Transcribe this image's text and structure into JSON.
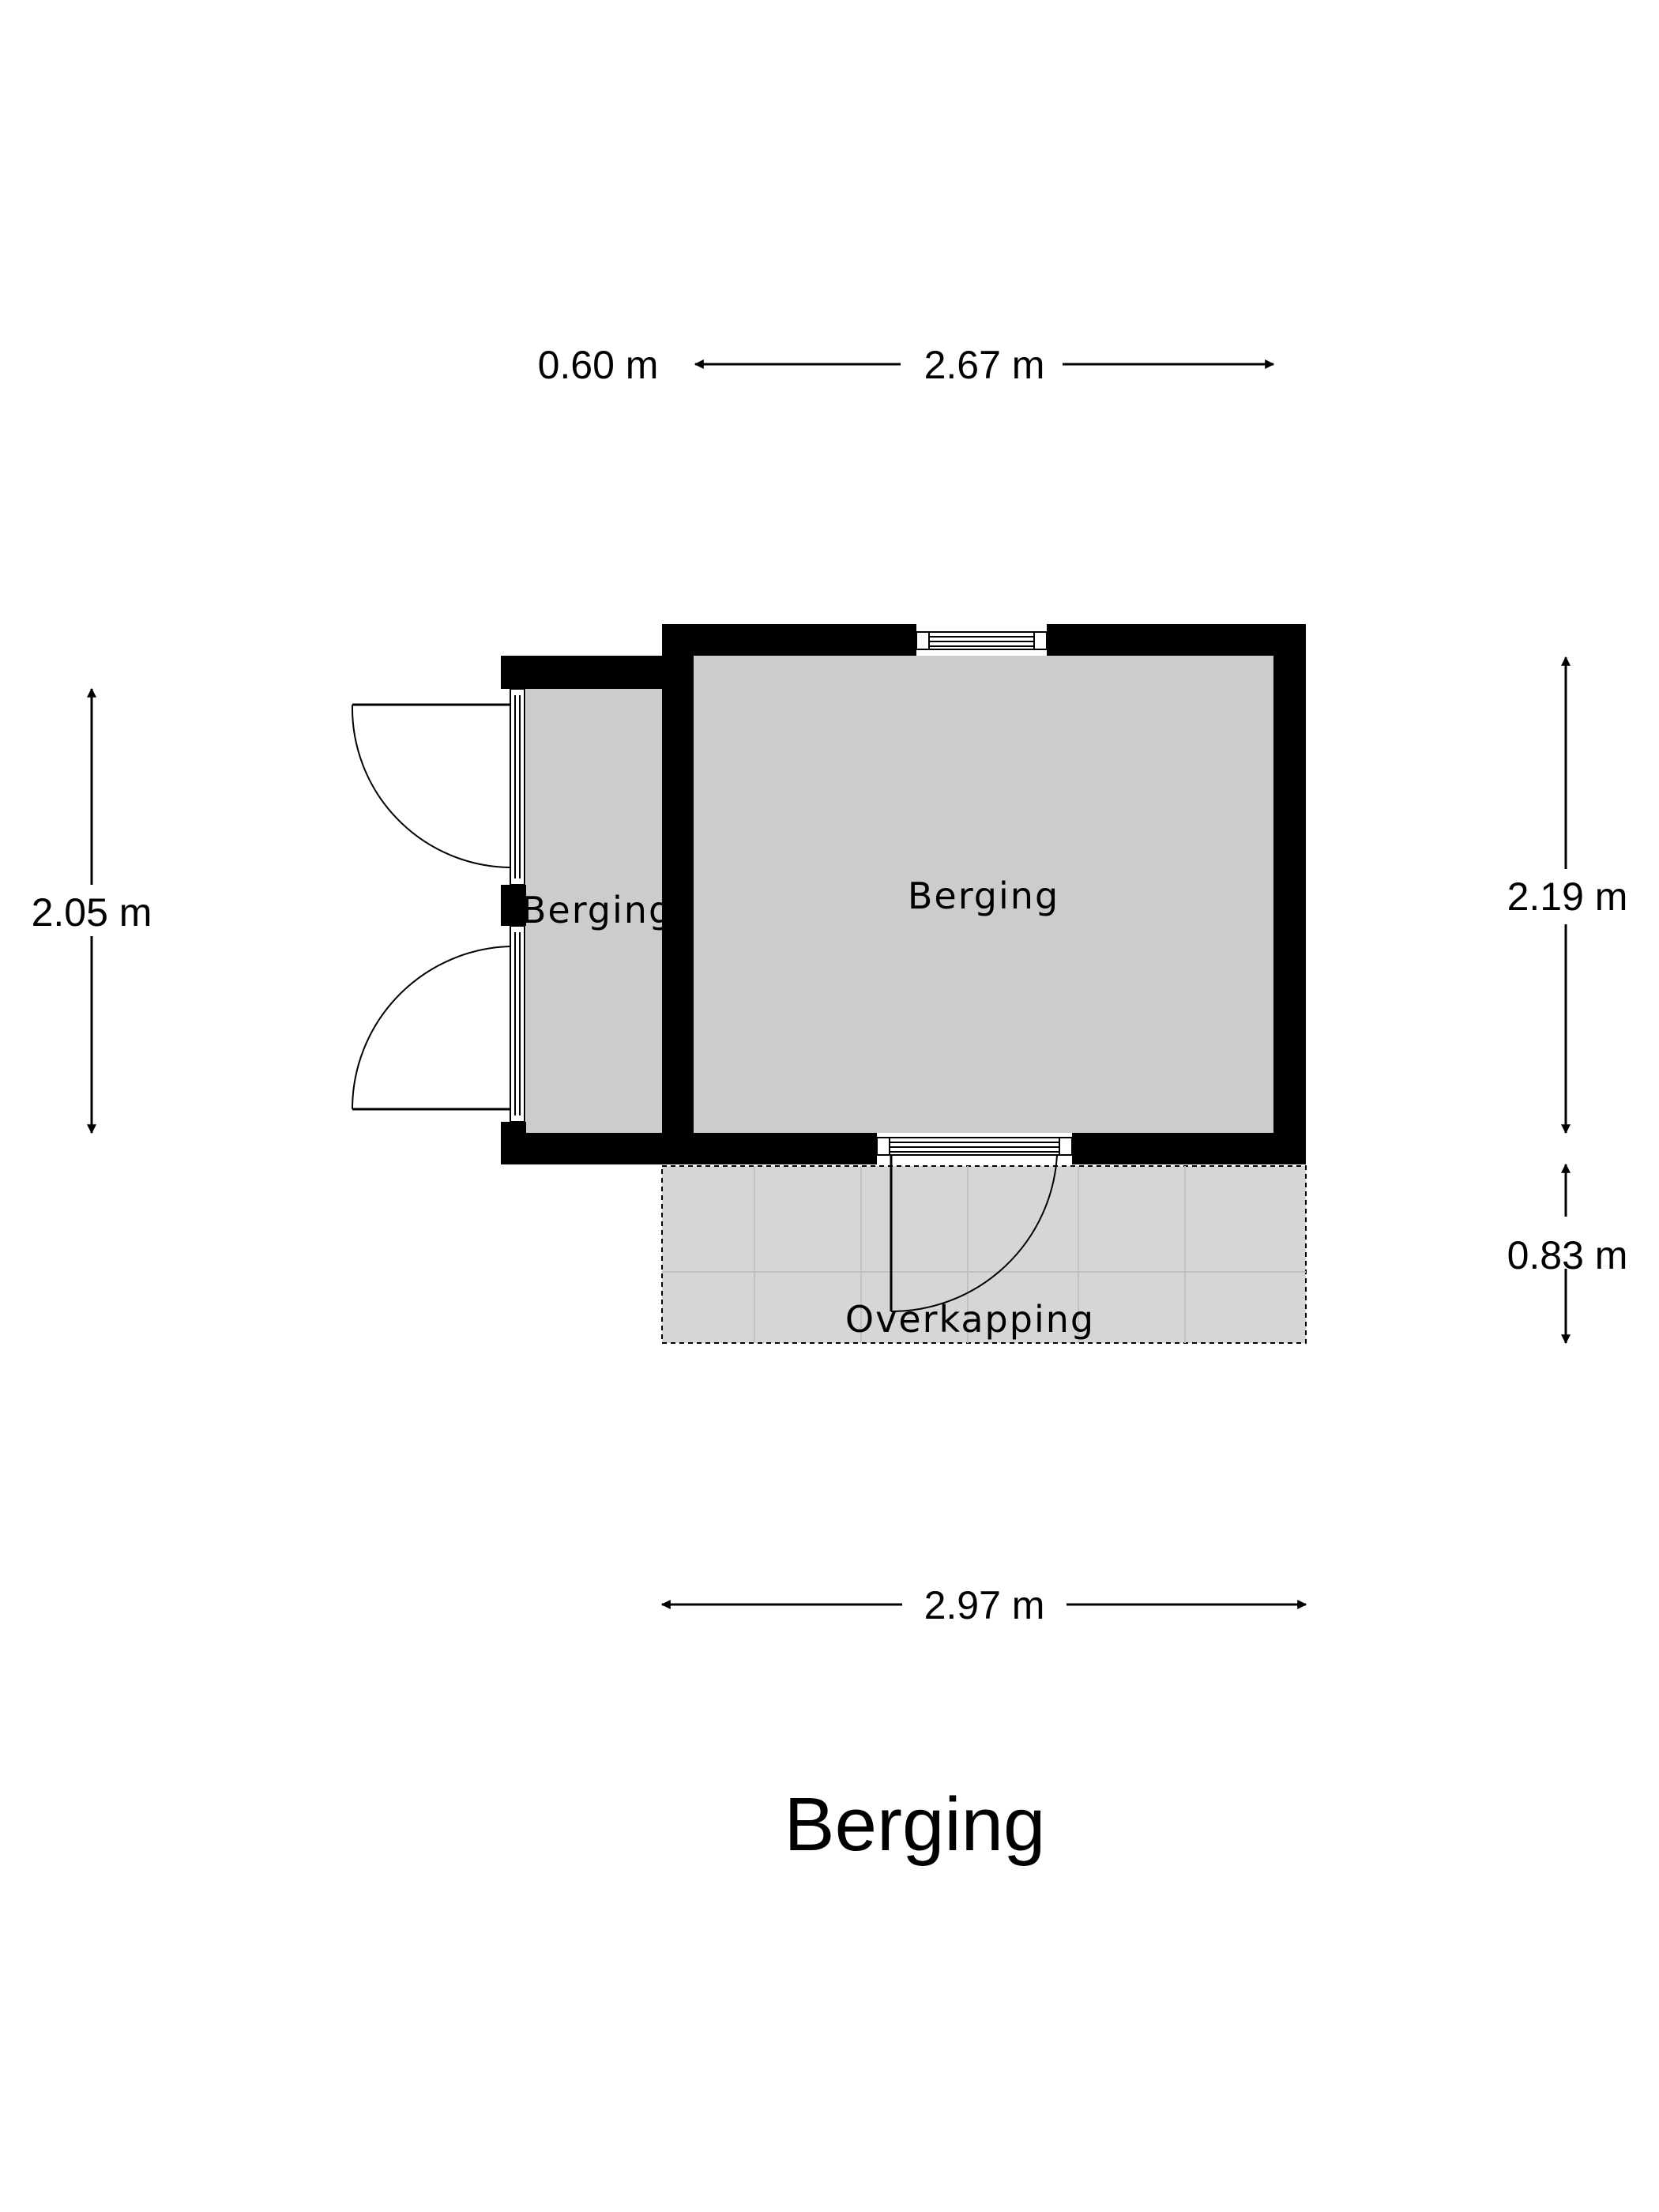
{
  "title": "Berging",
  "rooms": {
    "main": "Berging",
    "side": "Berging",
    "covered": "Overkapping"
  },
  "dimensions": {
    "top_left": "0.60 m",
    "top_main": "2.67 m",
    "left": "2.05 m",
    "right_upper": "2.19 m",
    "right_lower": "0.83 m",
    "bottom": "2.97 m"
  },
  "colors": {
    "wall": "#000000",
    "room_fill": "#cccccc",
    "covered_fill": "#d6d6d6",
    "background": "#ffffff"
  }
}
